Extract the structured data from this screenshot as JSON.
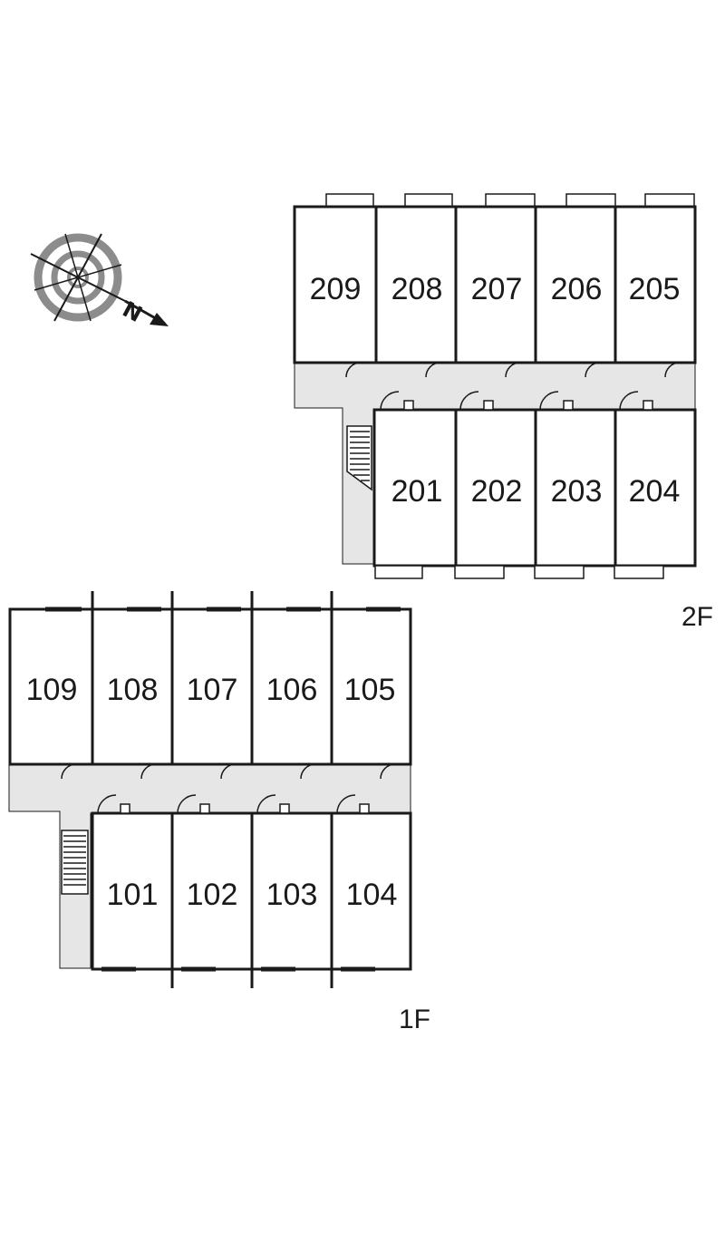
{
  "floors": [
    {
      "label": "2F",
      "top_rooms": [
        "209",
        "208",
        "207",
        "206",
        "205"
      ],
      "bottom_rooms": [
        "201",
        "202",
        "203",
        "204"
      ]
    },
    {
      "label": "1F",
      "top_rooms": [
        "109",
        "108",
        "107",
        "106",
        "105"
      ],
      "bottom_rooms": [
        "101",
        "102",
        "103",
        "104"
      ]
    }
  ],
  "compass": {
    "letter": "N",
    "icon": "north-compass-icon"
  },
  "colors": {
    "walls": "#1a1a1a",
    "corridor": "#e6e6e6",
    "compass_ring": "#8c8c8c"
  }
}
